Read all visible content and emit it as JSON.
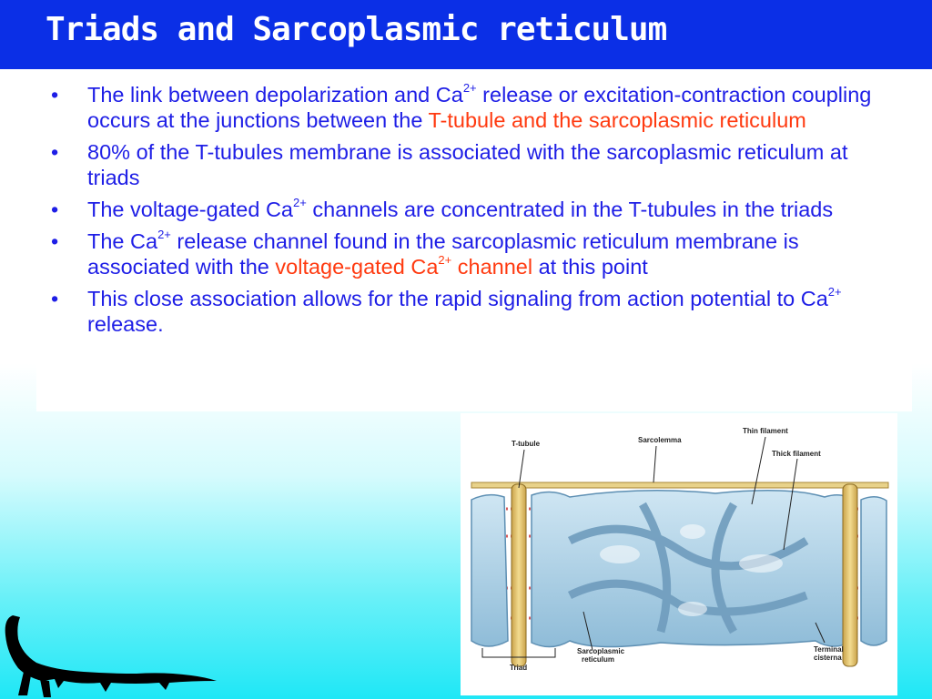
{
  "slide": {
    "title": "Triads and Sarcoplasmic reticulum"
  },
  "bullets": [
    {
      "text_a": "The link between depolarization and Ca",
      "sup_a": "2+",
      "text_b": " release or excitation-contraction coupling occurs at the junctions between the ",
      "highlight": "T-tubule and the sarcoplasmic reticulum"
    },
    {
      "text": "80% of the T-tubules membrane is associated with the sarcoplasmic reticulum at triads"
    },
    {
      "text_a": "The voltage-gated Ca",
      "sup_a": "2+",
      "text_b": " channels are concentrated in the T-tubules in the triads"
    },
    {
      "text_a": "The Ca",
      "sup_a": "2+",
      "text_b": " release channel found in the sarcoplasmic reticulum membrane is associated with the ",
      "highlight_a": "voltage-gated Ca",
      "highlight_sup": "2+",
      "highlight_b": " channel",
      "text_c": " at this point"
    },
    {
      "text_a": "This close association allows for the rapid signaling from action potential to Ca",
      "sup_a": "2+",
      "text_b": " release."
    }
  ],
  "bullet_symbol": "•",
  "figure": {
    "labels": {
      "t_tubule": "T-tubule",
      "sarcolemma": "Sarcolemma",
      "thin_filament": "Thin filament",
      "thick_filament": "Thick filament",
      "sarcoplasmic_reticulum_1": "Sarcoplasmic",
      "sarcoplasmic_reticulum_2": "reticulum",
      "terminal_cisterna_1": "Terminal",
      "terminal_cisterna_2": "cisterna",
      "triad": "Triad"
    }
  },
  "colors": {
    "title_bar": "#0b2fe6",
    "body_text": "#1e1ee6",
    "highlight_text": "#ff3a10",
    "background_bottom": "#1fe7f6"
  },
  "icons": {
    "decoration": "crocodile-silhouette"
  }
}
